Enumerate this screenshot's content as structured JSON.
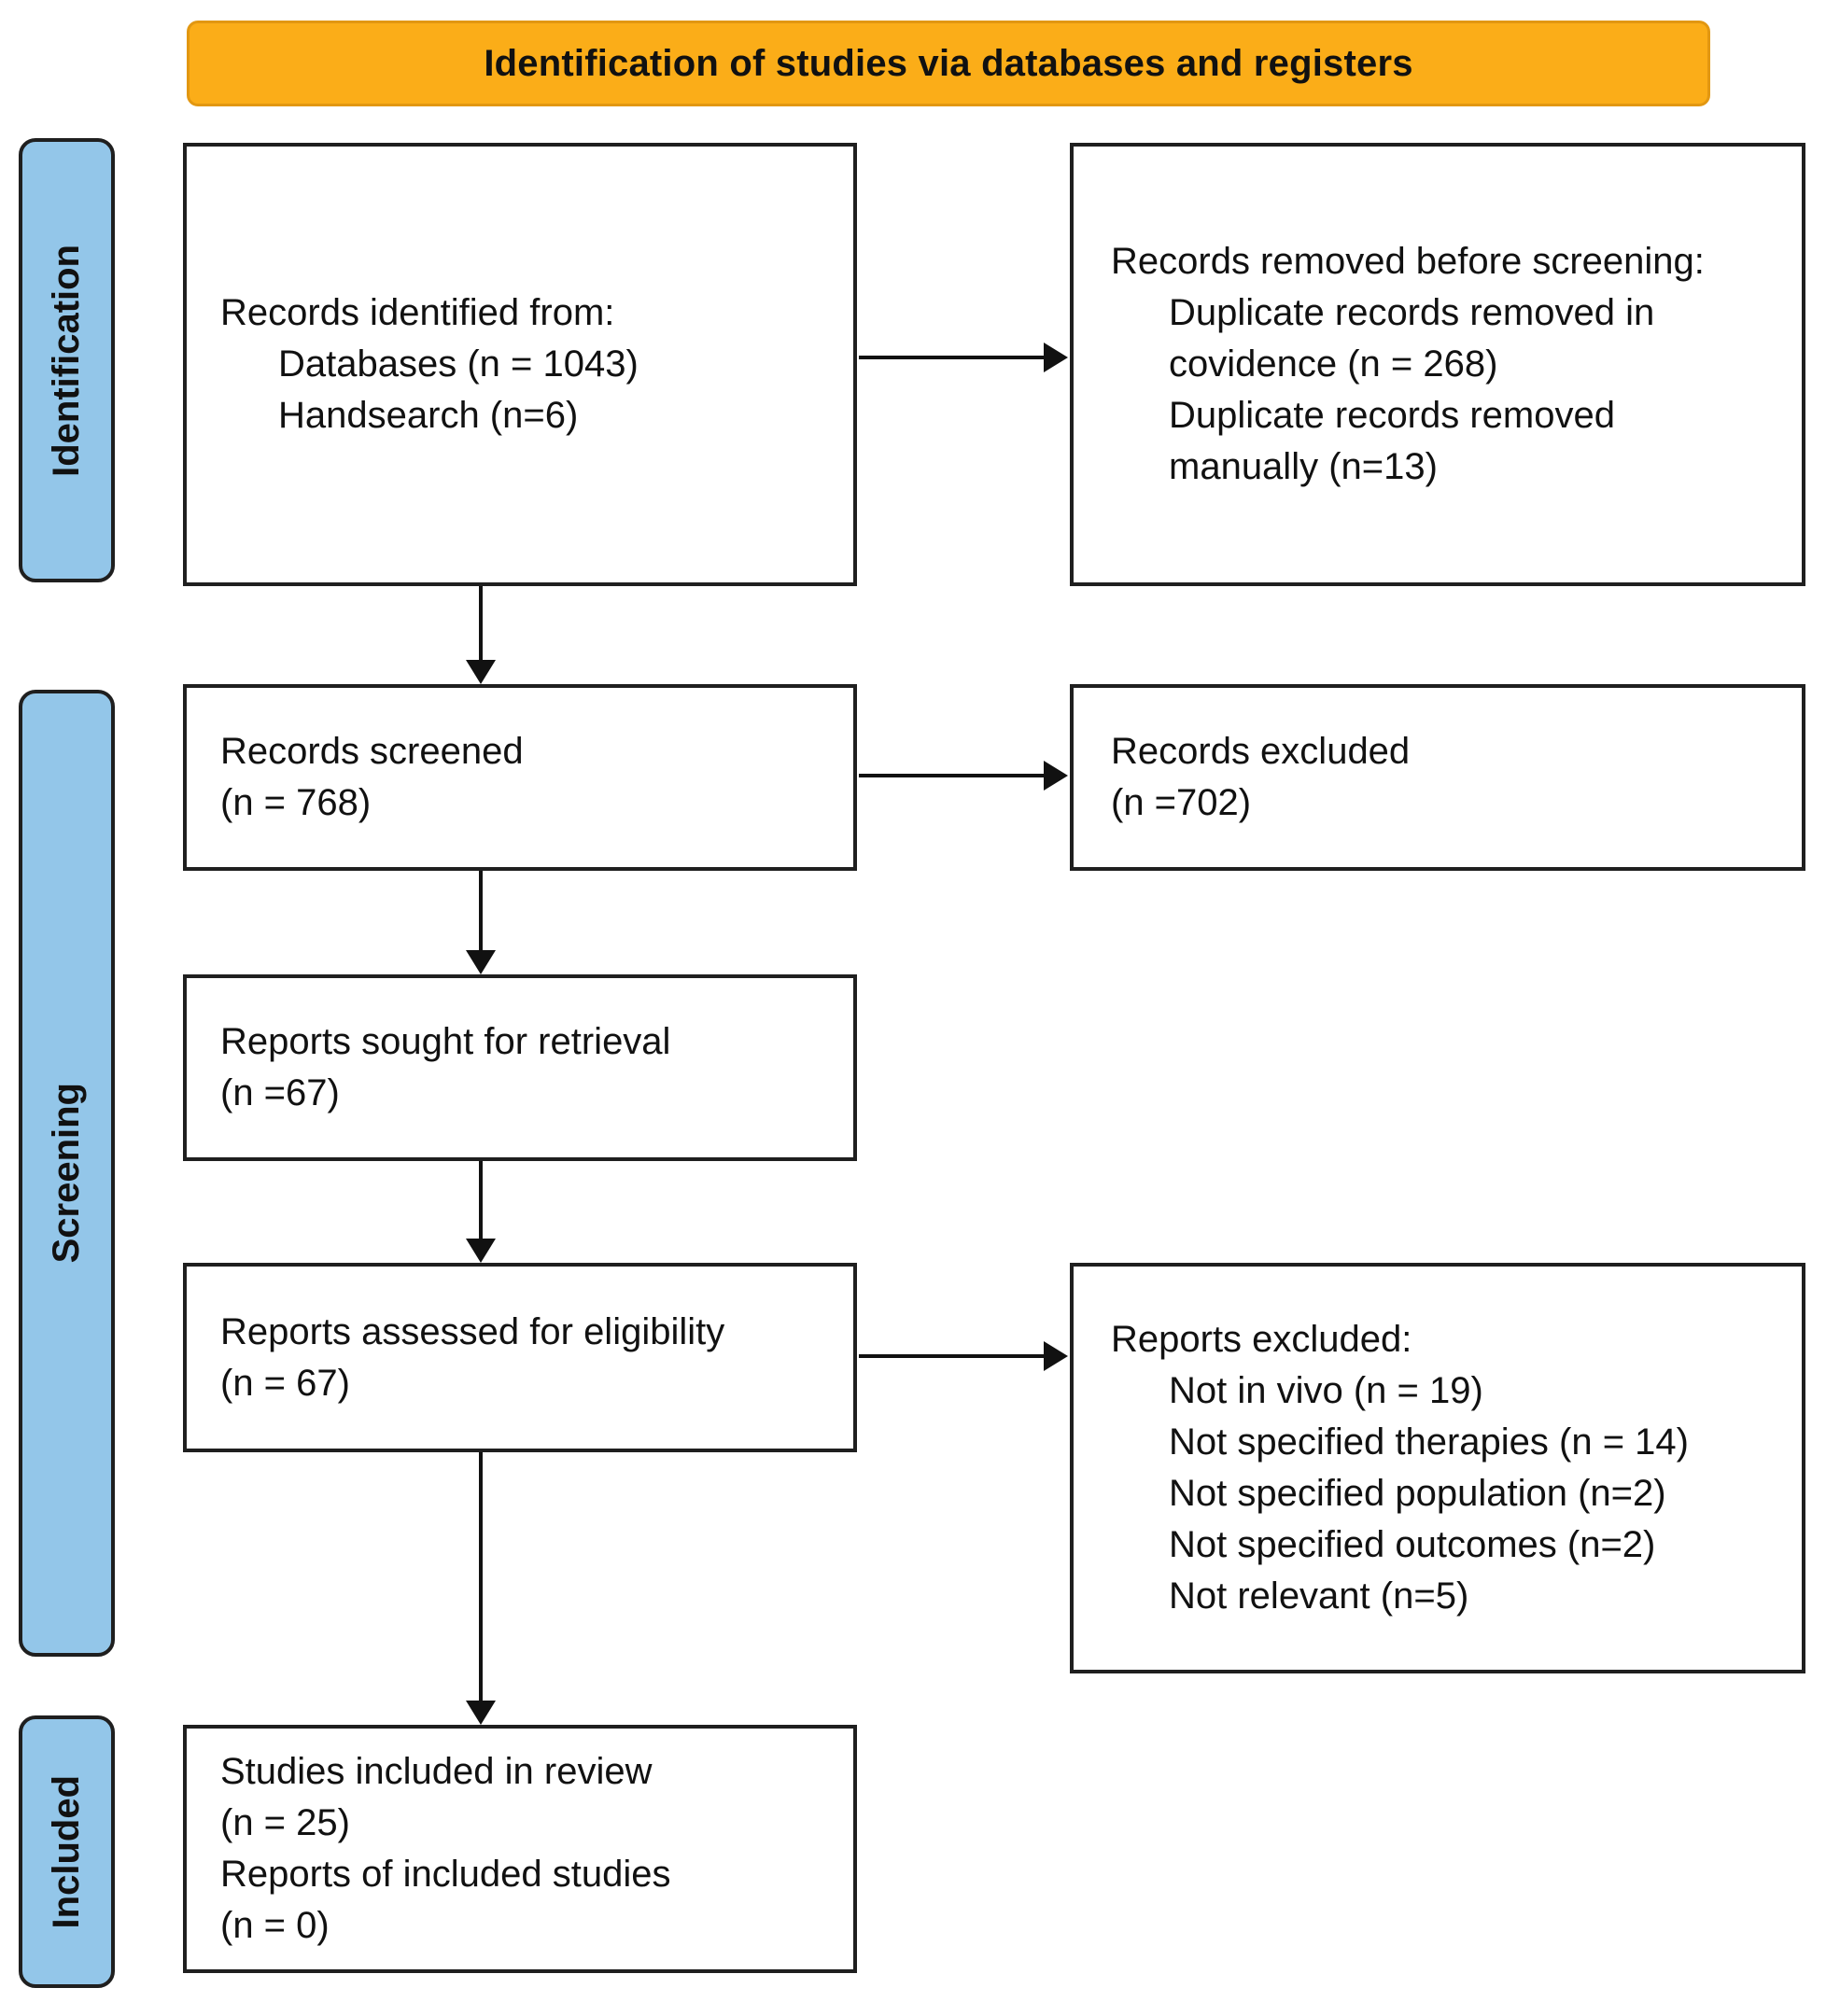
{
  "title": "Identification of studies via databases and registers",
  "stages": {
    "identification": "Identification",
    "screening": "Screening",
    "included": "Included"
  },
  "boxes": {
    "identified": {
      "lines": [
        "Records identified from:",
        "Databases (n = 1043)",
        "Handsearch (n=6)"
      ]
    },
    "removed_before_screening": {
      "lines": [
        "Records removed before screening:",
        "Duplicate records removed in",
        "covidence (n = 268)",
        "Duplicate records removed",
        "manually (n=13)"
      ]
    },
    "screened": {
      "lines": [
        "Records screened",
        "(n = 768)"
      ]
    },
    "records_excluded": {
      "lines": [
        "Records excluded",
        "(n =702)"
      ]
    },
    "sought_retrieval": {
      "lines": [
        "Reports sought for retrieval",
        "(n =67)"
      ]
    },
    "assessed_eligibility": {
      "lines": [
        "Reports assessed for eligibility",
        "(n = 67)"
      ]
    },
    "reports_excluded": {
      "lines": [
        "Reports excluded:",
        "Not in vivo (n = 19)",
        "Not specified therapies (n = 14)",
        "Not specified population (n=2)",
        "Not specified outcomes (n=2)",
        "Not relevant (n=5)"
      ]
    },
    "included_review": {
      "lines": [
        "Studies included in review",
        "(n = 25)",
        "Reports of included studies",
        "(n = 0)"
      ]
    }
  },
  "colors": {
    "header_bg": "#FBAD18",
    "header_border": "#E29711",
    "stage_bg": "#93C6E9",
    "box_border": "#1F1F1F",
    "arrow": "#111111",
    "background": "#FFFFFF",
    "text": "#111111"
  }
}
